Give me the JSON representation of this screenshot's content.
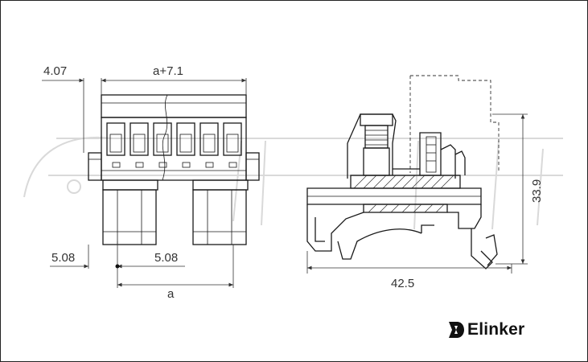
{
  "dimensions": {
    "left_offset": "4.07",
    "top_width": "a+7.1",
    "pitch_left": "5.08",
    "pitch_right": "5.08",
    "bottom_width": "a",
    "side_width": "42.5",
    "side_height": "33.9"
  },
  "brand": {
    "name": "Elinker",
    "logo_icon": "elinker-logo-icon"
  },
  "colors": {
    "line": "#1a1a1a",
    "watermark": "#d9d9d9"
  }
}
